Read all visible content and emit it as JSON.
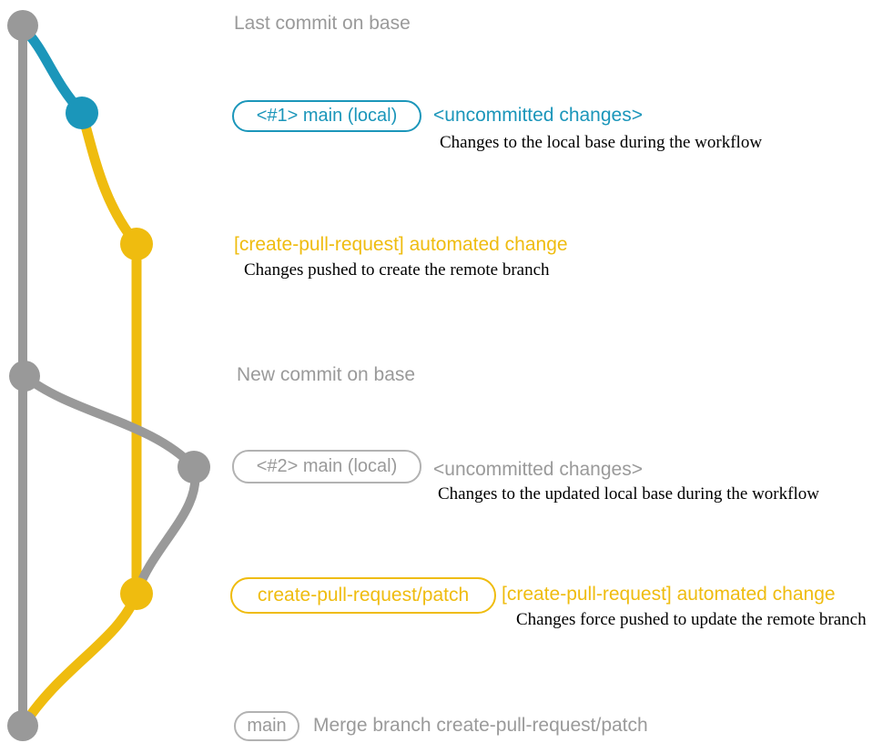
{
  "colors": {
    "gray_line": "#999999",
    "gray_text": "#9a9a9a",
    "gray_border": "#b2b2b2",
    "teal": "#1b96ba",
    "yellow": "#efbc0f",
    "black": "#000000"
  },
  "graph": {
    "node_names": [
      "last-commit-on-base",
      "local-main-commit-1",
      "create-pull-request-commit-1",
      "new-commit-on-base",
      "local-main-commit-2",
      "create-pull-request-commit-2",
      "merge-commit"
    ]
  },
  "labels": {
    "last_commit": "Last commit on base",
    "branch1_box": "<#1> main (local)",
    "branch1_status": "<uncommitted changes>",
    "branch1_desc": "Changes to the local base during the workflow",
    "commit1_label": "[create-pull-request] automated change",
    "commit1_desc": "Changes pushed to create the remote branch",
    "new_commit": "New commit on base",
    "branch2_box": "<#2> main (local)",
    "branch2_status": "<uncommitted changes>",
    "branch2_desc": "Changes to the updated local base during the workflow",
    "patch_box": "create-pull-request/patch",
    "commit2_label": "[create-pull-request] automated change",
    "commit2_desc": "Changes force pushed to update the remote branch",
    "main_box": "main",
    "merge_label": "Merge branch create-pull-request/patch"
  }
}
